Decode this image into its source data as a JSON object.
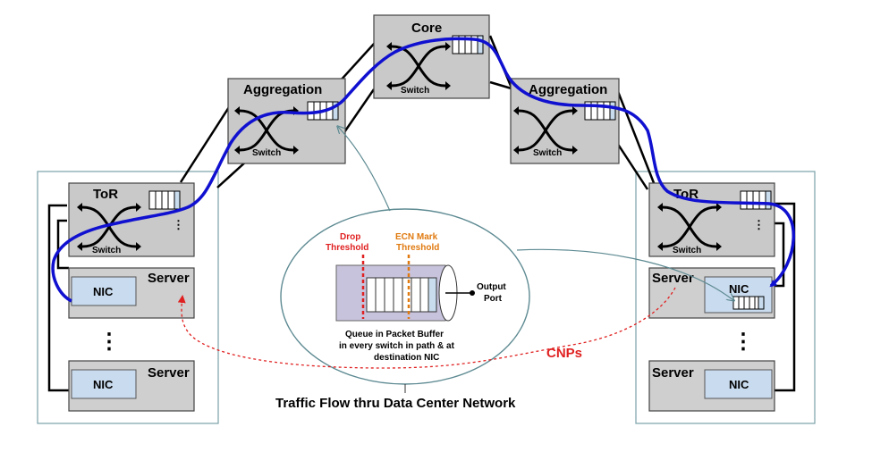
{
  "colors": {
    "switch_fill": "#c9c9c9",
    "server_fill": "#cfcfcf",
    "nic_fill": "#c9dbee",
    "rack_border": "#7aa0a8",
    "flow": "#1010d0",
    "cnp": "#e02020",
    "drop": "#e02020",
    "ecn": "#e07a10",
    "queue_fill": "#c8c3dc"
  },
  "switches": {
    "core_title": "Core",
    "agg_left_title": "Aggregation",
    "agg_right_title": "Aggregation",
    "tor_left_title": "ToR",
    "tor_right_title": "ToR",
    "switch_label": "Switch",
    "vdots": "⋮"
  },
  "servers": {
    "server_label": "Server",
    "nic_label": "NIC",
    "ellipsis": "⋮"
  },
  "inset": {
    "drop_threshold_l1": "Drop",
    "drop_threshold_l2": "Threshold",
    "ecn_threshold_l1": "ECN Mark",
    "ecn_threshold_l2": "Threshold",
    "output_port_l1": "Output",
    "output_port_l2": "Port",
    "caption_l1": "Queue in Packet Buffer",
    "caption_l2": "in every switch in path & at",
    "caption_l3": "destination NIC"
  },
  "cnp_label": "CNPs",
  "diagram_caption": "Traffic Flow thru Data Center Network"
}
